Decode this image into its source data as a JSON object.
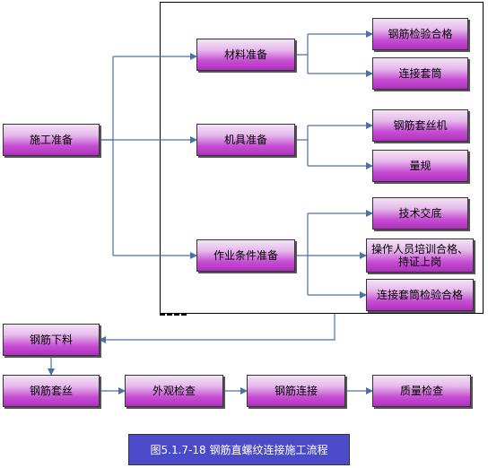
{
  "nodes": {
    "prep": "施工准备",
    "material": "材料准备",
    "machine": "机具准备",
    "condition": "作业条件准备",
    "rebar_check": "钢筋检验合格",
    "sleeve": "连接套筒",
    "threading": "钢筋套丝机",
    "gauge": "量规",
    "tech": "技术交底",
    "training": "操作人员培训合格、持证上岗",
    "sleeve_check": "连接套筒检验合格",
    "cutting": "钢筋下料",
    "thread": "钢筋套丝",
    "visual": "外观检查",
    "connect": "钢筋连接",
    "quality": "质量检查"
  },
  "caption": "图5.1.7-18  钢筋直螺纹连接施工流程",
  "colors": {
    "node_top": "#f3e3f4",
    "node_bottom": "#b02fbf",
    "connector": "#4a72a8",
    "caption_bg": "#4b4bc9"
  }
}
